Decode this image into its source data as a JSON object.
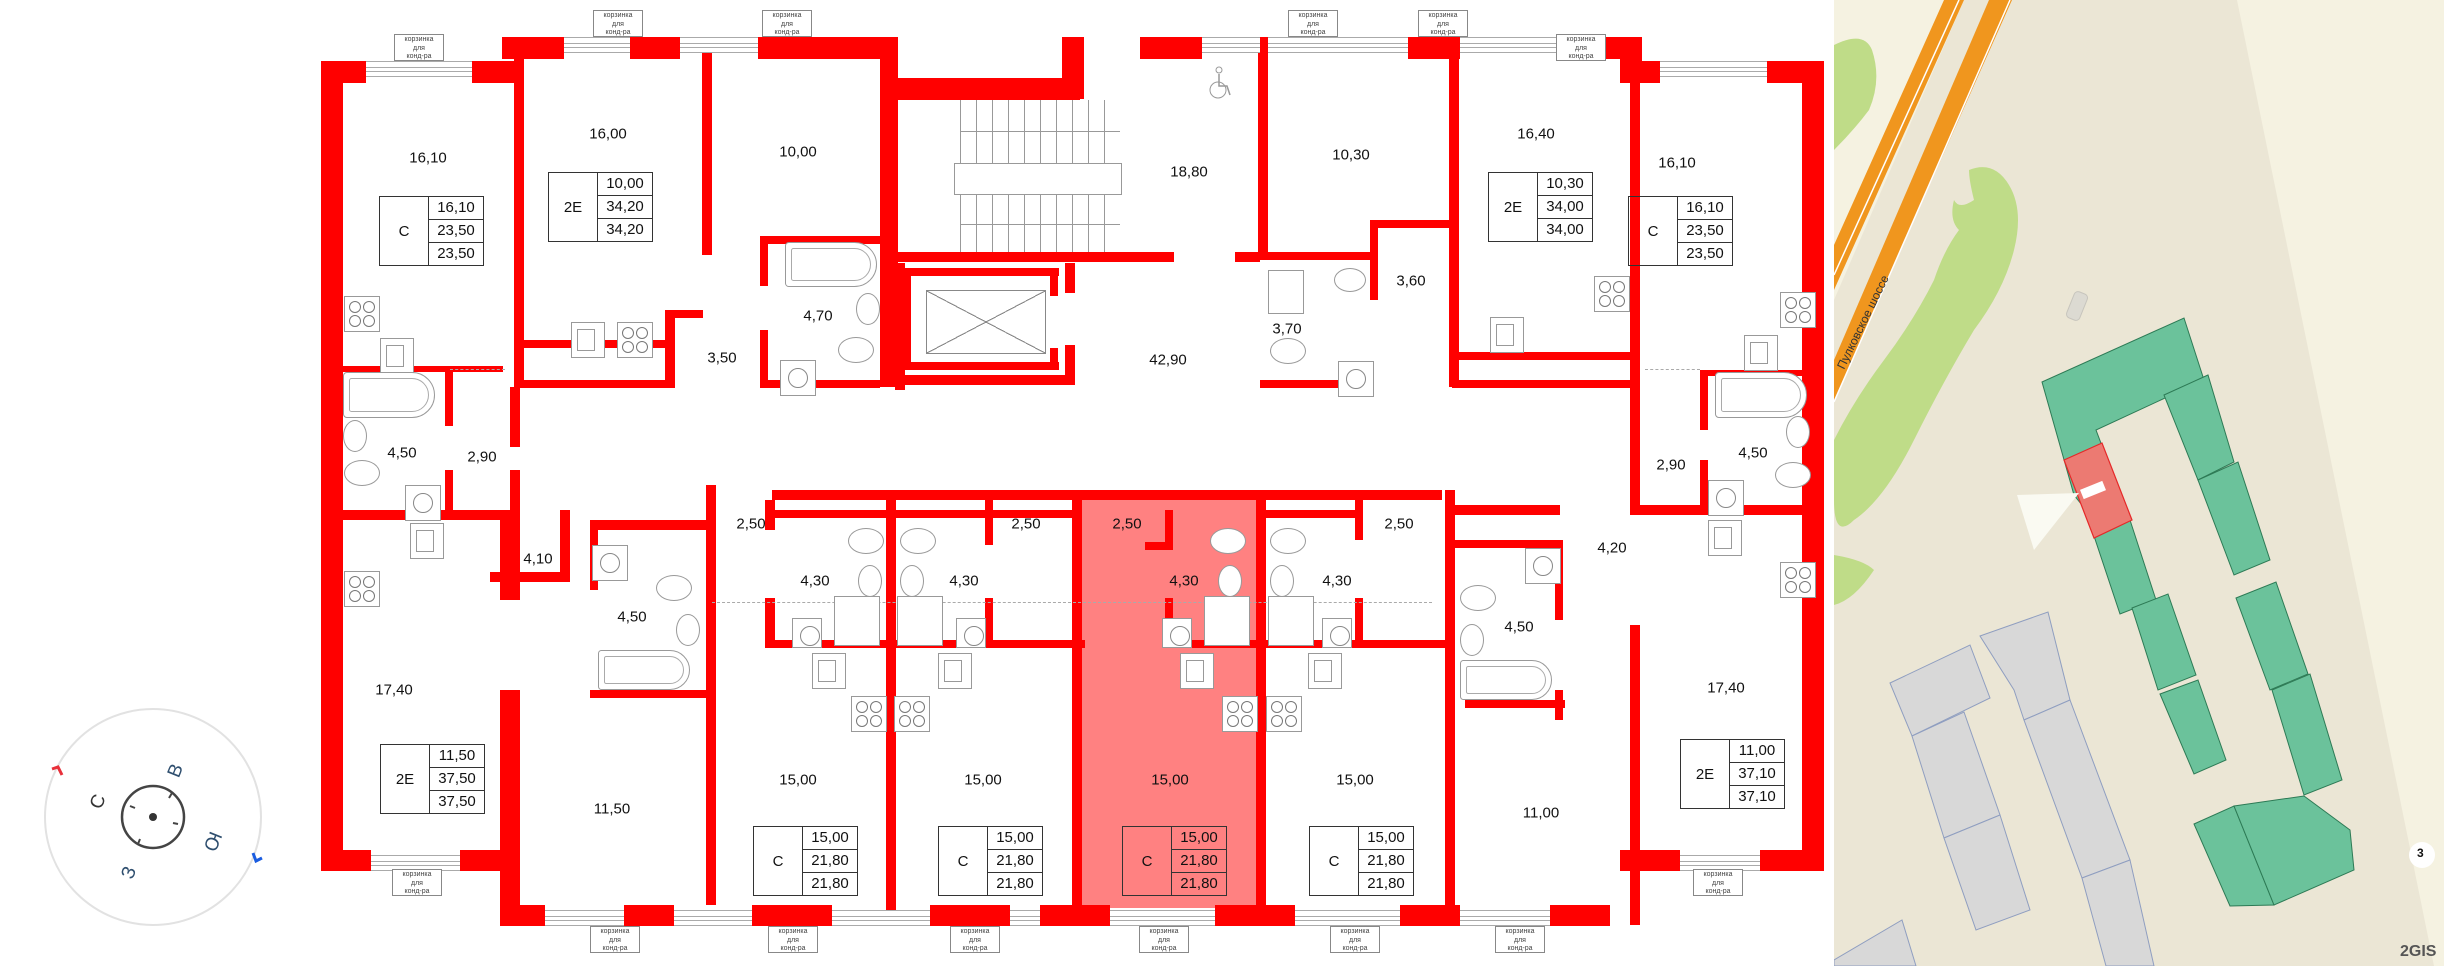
{
  "floor_plan": {
    "basket_label": [
      "корзинка",
      "для",
      "конд-ра"
    ],
    "units": [
      {
        "id": "top-1",
        "type": "С",
        "values": [
          "16,10",
          "23,50",
          "23,50"
        ],
        "rooms": [
          "16,10",
          "4,50",
          "2,90"
        ]
      },
      {
        "id": "top-2",
        "type": "2Е",
        "values": [
          "10,00",
          "34,20",
          "34,20"
        ],
        "rooms": [
          "16,00",
          "10,00",
          "4,70",
          "3,50"
        ]
      },
      {
        "id": "top-3",
        "type": "2Е",
        "values": [
          "10,30",
          "34,00",
          "34,00"
        ],
        "rooms": [
          "16,40",
          "10,30",
          "3,70",
          "3,60"
        ]
      },
      {
        "id": "top-4",
        "type": "С",
        "values": [
          "16,10",
          "23,50",
          "23,50"
        ],
        "rooms": [
          "16,10",
          "4,50",
          "2,90"
        ]
      },
      {
        "id": "bot-1",
        "type": "2Е",
        "values": [
          "11,50",
          "37,50",
          "37,50"
        ],
        "rooms": [
          "17,40",
          "11,50",
          "4,10",
          "4,50"
        ]
      },
      {
        "id": "bot-2",
        "type": "С",
        "values": [
          "15,00",
          "21,80",
          "21,80"
        ],
        "rooms": [
          "15,00",
          "2,50",
          "4,30"
        ]
      },
      {
        "id": "bot-3",
        "type": "С",
        "values": [
          "15,00",
          "21,80",
          "21,80"
        ],
        "rooms": [
          "15,00",
          "2,50",
          "4,30"
        ]
      },
      {
        "id": "bot-4",
        "type": "С",
        "values": [
          "15,00",
          "21,80",
          "21,80"
        ],
        "rooms": [
          "15,00",
          "2,50",
          "4,30"
        ],
        "highlighted": true
      },
      {
        "id": "bot-5",
        "type": "С",
        "values": [
          "15,00",
          "21,80",
          "21,80"
        ],
        "rooms": [
          "15,00",
          "2,50",
          "4,30"
        ]
      },
      {
        "id": "bot-6",
        "type": "2Е",
        "values": [
          "11,00",
          "37,10",
          "37,10"
        ],
        "rooms": [
          "17,40",
          "11,00",
          "4,20",
          "4,50"
        ]
      }
    ],
    "common": {
      "stair_hall": "18,80",
      "corridor": "42,90"
    },
    "highlight_color": "#ff5050",
    "wall_color": "#ff0000"
  },
  "compass": {
    "labels": {
      "north": "С",
      "east": "В",
      "south": "Ю",
      "west": "З"
    },
    "marker_colors": [
      "#e8303a",
      "#1a5ce0"
    ]
  },
  "map": {
    "street_name": "Пулковское шоссе",
    "building_number": "3",
    "attribution": "2GIS",
    "colors": {
      "highway": "#f0961e",
      "park": "#bfdc88",
      "ground": "#ebe6d5",
      "building_selected_complex": "#6bc29b",
      "building_selected_section": "#ec7a72",
      "building_other": "#d8d8d8"
    }
  }
}
